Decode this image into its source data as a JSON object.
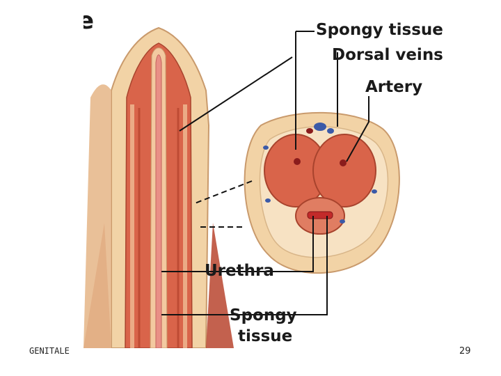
{
  "figure": {
    "clipped_heading": "e",
    "labels": {
      "spongy_tissue_top": "Spongy tissue",
      "dorsal_veins": "Dorsal veins",
      "artery": "Artery",
      "urethra": "Urethra",
      "spongy_tissue_bottom_line1": "Spongy",
      "spongy_tissue_bottom_line2": "tissue"
    }
  },
  "footer": {
    "left_text": "GENITALE",
    "page_number": "29"
  },
  "colors": {
    "skin": "#f2d3a6",
    "tissue_red": "#d9644a",
    "tissue_dark": "#b8452f",
    "urethra_pink": "#e98f86",
    "vein_blue": "#3b5aa8"
  }
}
